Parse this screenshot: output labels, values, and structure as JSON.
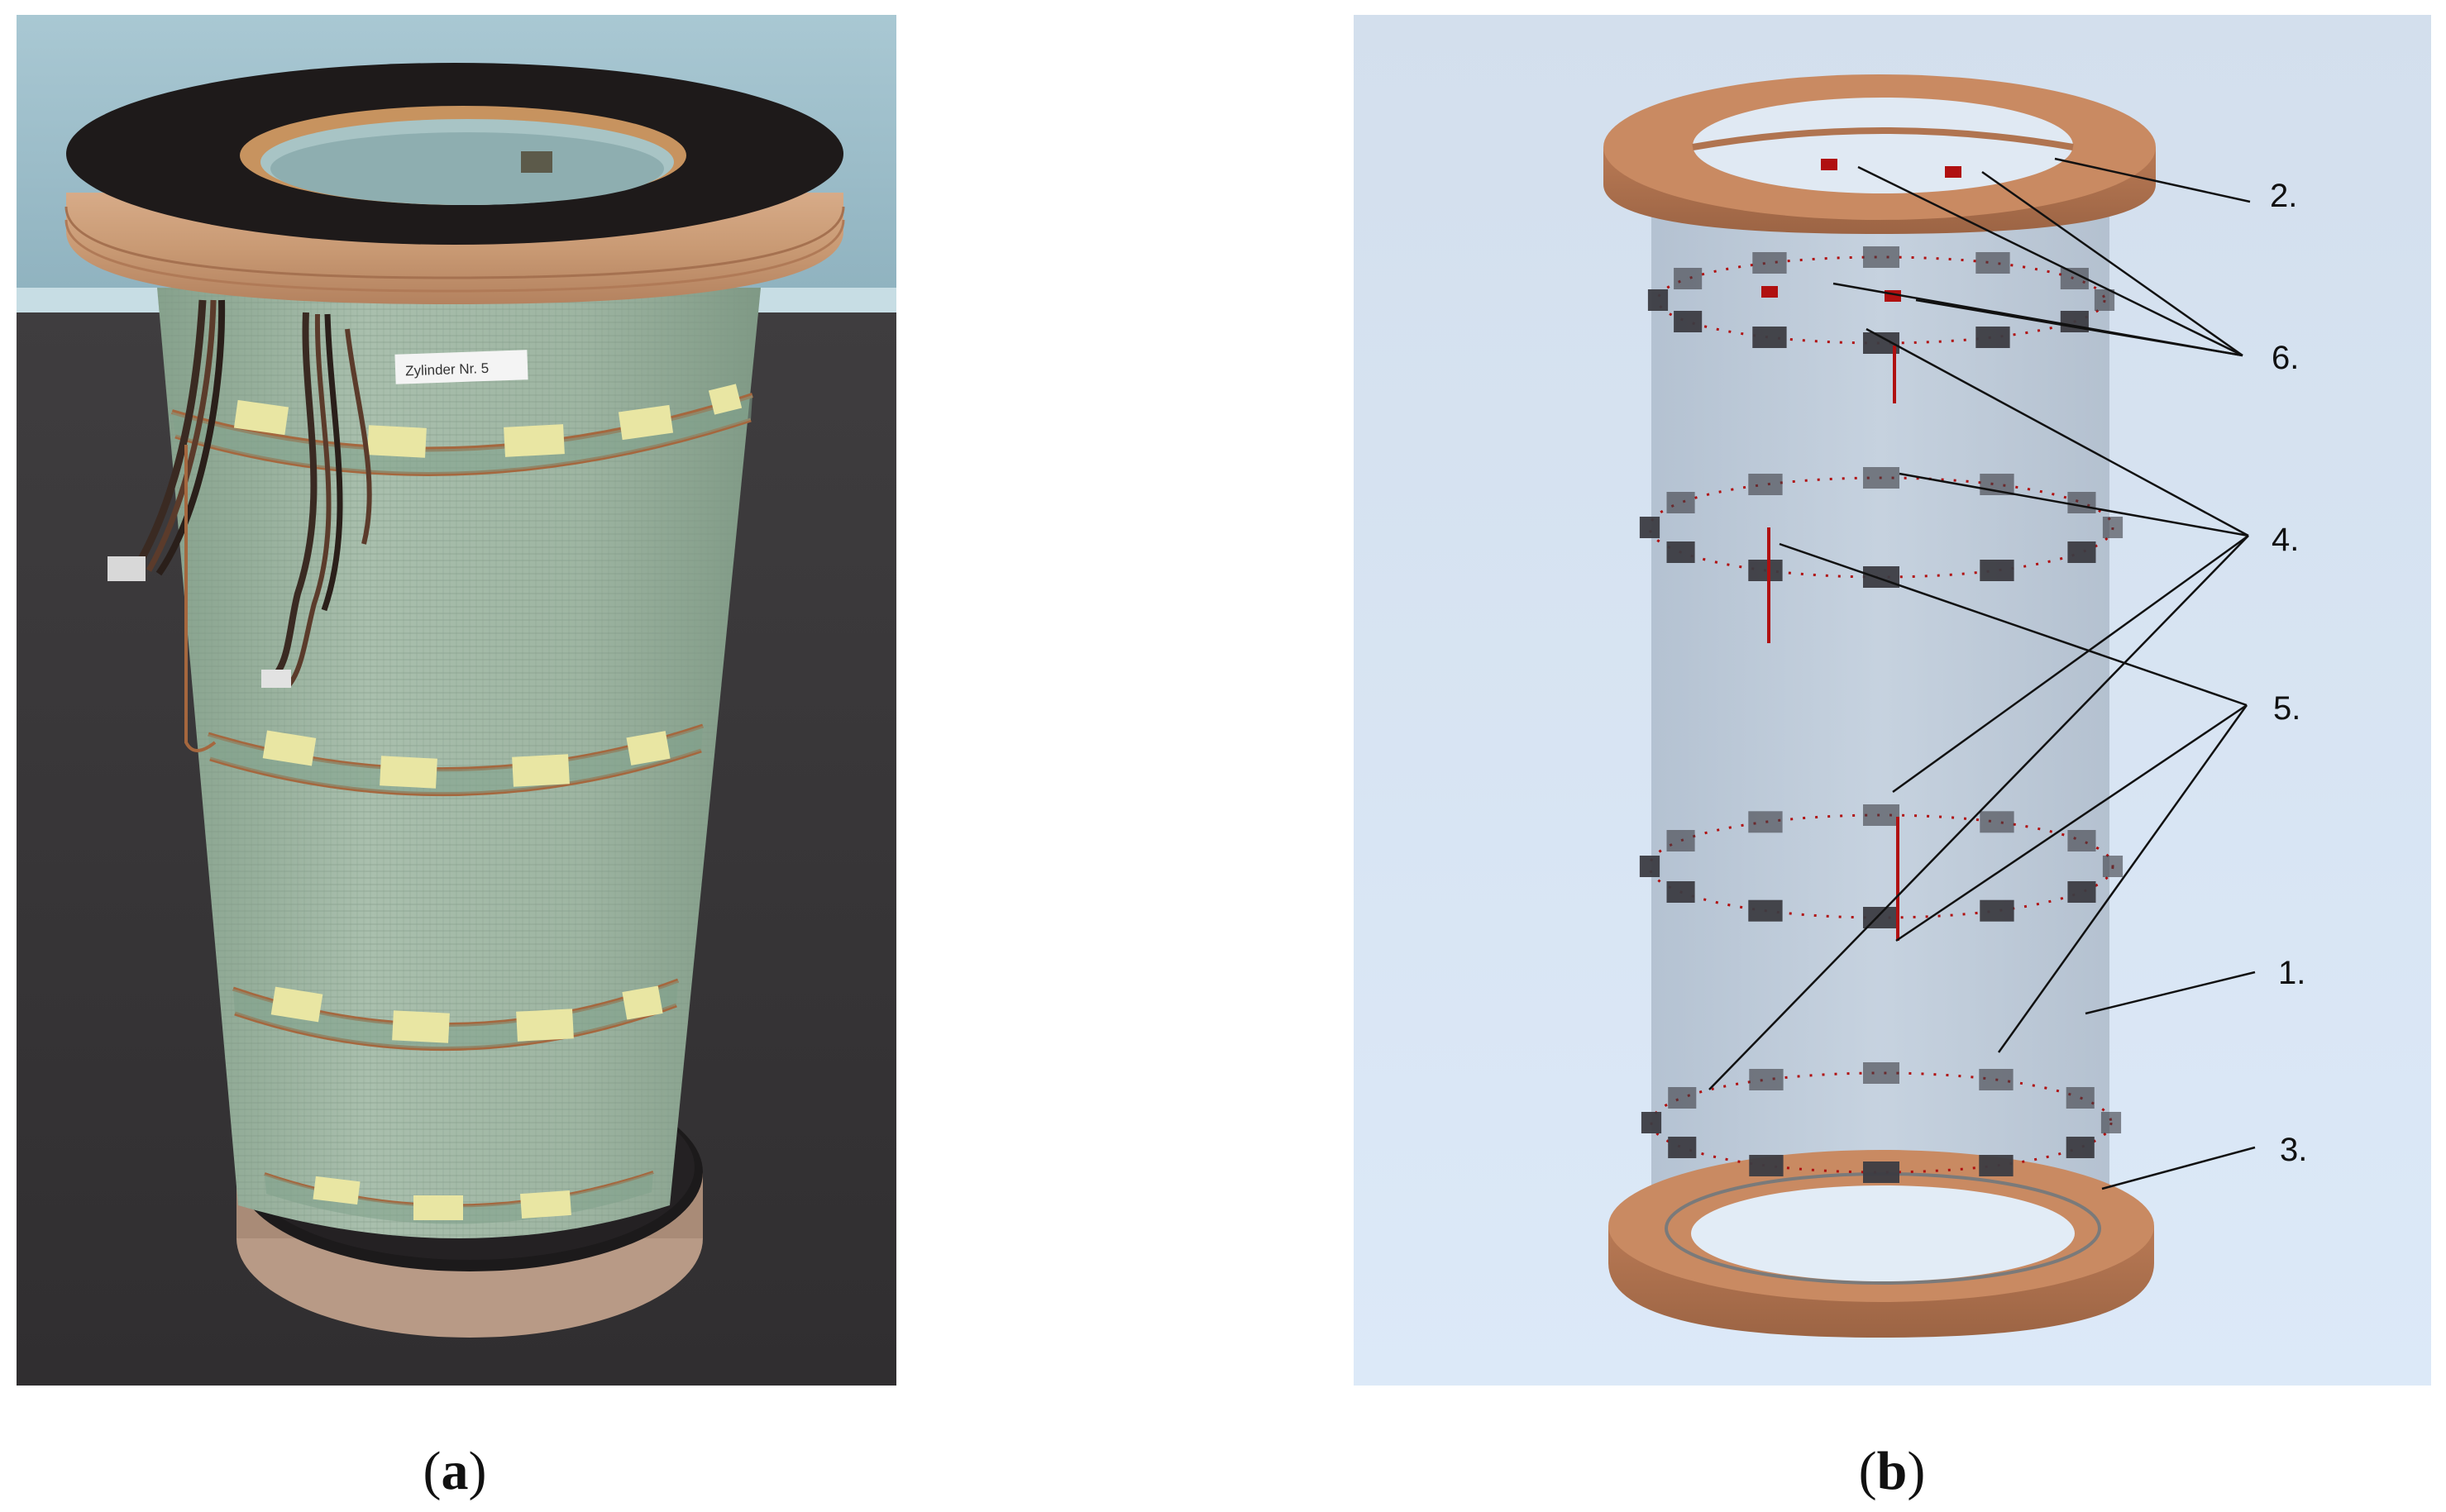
{
  "panel_a": {
    "sticker_text": "Zylinder Nr. 5",
    "caption": {
      "open": "(",
      "letter": "a",
      "close": ")"
    }
  },
  "panel_b": {
    "labels": [
      "1.",
      "2.",
      "3.",
      "4.",
      "5.",
      "6."
    ],
    "caption": {
      "open": "(",
      "letter": "b",
      "close": ")"
    }
  },
  "colors": {
    "wood": "#c98a62",
    "black_ring": "#1e1a1a",
    "mesh_green": "#9fb6a3",
    "sensor_yellow": "#e9e6a3",
    "cad_background": "#d4e3f4",
    "sensor_dark": "#3c3c42",
    "connector_red": "#b01010"
  }
}
